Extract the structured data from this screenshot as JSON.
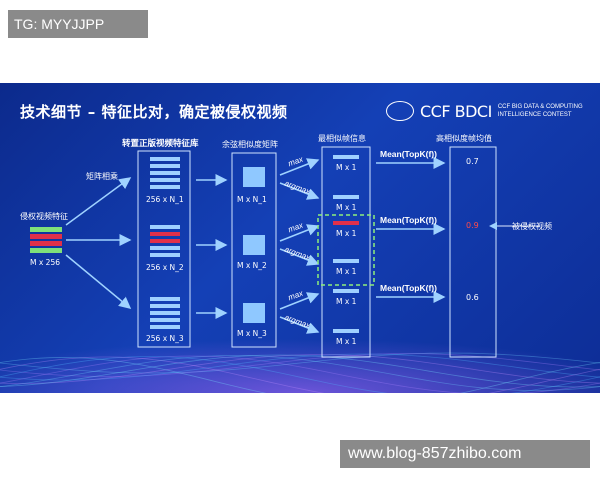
{
  "watermarks": {
    "top": "TG: MYYJJPP",
    "bottom": "www.blog-857zhibo.com"
  },
  "slide": {
    "title": "技术细节 – 特征比对，确定被侵权视频",
    "logo": {
      "mark": "CCF BDCI",
      "line1": "CCF BIG DATA & COMPUTING",
      "line2": "INTELLIGENCE CONTEST"
    }
  },
  "diagram": {
    "query_label": "侵权视频特征",
    "query_size": "M x 256",
    "matmul_label": "矩阵相乘",
    "library_title": "转置正版视频特征库",
    "library": [
      "256 x N_1",
      "256 x N_2",
      "256 x N_3"
    ],
    "cosine_title": "余弦相似度矩阵",
    "cosine": [
      "M x N_1",
      "M x N_2",
      "M x N_3"
    ],
    "op_max": "max",
    "op_argmax": "argmax",
    "frame_title": "最相似帧信息",
    "frame_size": "M x 1",
    "mean_label": "Mean(TopK(f))",
    "score_title": "高相似度帧均值",
    "scores": [
      "0.7",
      "0.9",
      "0.6"
    ],
    "result_label": "被侵权视频"
  }
}
